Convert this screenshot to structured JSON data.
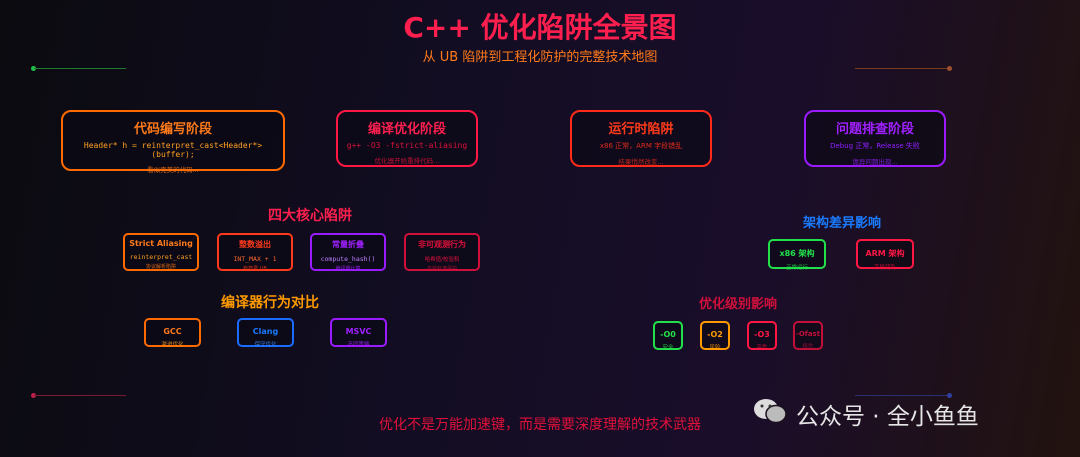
{
  "header": {
    "title": "C++ 优化陷阱全景图",
    "subtitle": "从 UB 陷阱到工程化防护的完整技术地图"
  },
  "stages": [
    {
      "title": "代码编写阶段",
      "code": "Header* h = reinterpret_cast<Header*>(buffer);",
      "note": "看似完美的代码...",
      "color": "#ff6a00"
    },
    {
      "title": "编译优化阶段",
      "code": "g++ -O3 -fstrict-aliasing",
      "note": "优化器开始重排代码...",
      "color": "#ff1744"
    },
    {
      "title": "运行时陷阱",
      "code": "x86 正常，ARM 字段错乱",
      "note": "结果悄然改变...",
      "color": "#ff2a1a"
    },
    {
      "title": "问题排查阶段",
      "code": "Debug 正常，Release 失败",
      "note": "诡异问题出现...",
      "color": "#9b1bff"
    }
  ],
  "traps": {
    "title": "四大核心陷阱",
    "items": [
      {
        "title": "Strict Aliasing",
        "code": "reinterpret_cast",
        "note": "协议解析陷阱",
        "color": "#ff6a00"
      },
      {
        "title": "整数溢出",
        "code": "INT_MAX + 1",
        "note": "有符号 UB",
        "color": "#ff3a1a"
      },
      {
        "title": "常量折叠",
        "code": "compute_hash()",
        "note": "编译期计算",
        "color": "#9b1bff"
      },
      {
        "title": "非可观测行为",
        "code": "哈希值/校验和",
        "note": "不受标准保护",
        "color": "#d0103a"
      }
    ]
  },
  "compilers": {
    "title": "编译器行为对比",
    "items": [
      {
        "title": "GCC",
        "note": "激进优化",
        "color": "#ff6a00"
      },
      {
        "title": "Clang",
        "note": "保守优化",
        "color": "#1a6bff"
      },
      {
        "title": "MSVC",
        "note": "不同策略",
        "color": "#9b1bff"
      }
    ]
  },
  "arch": {
    "title": "架构差异影响",
    "items": [
      {
        "title": "x86 架构",
        "note": "正常运行",
        "color": "#22e04a"
      },
      {
        "title": "ARM 架构",
        "note": "字段错乱",
        "color": "#ff1744"
      }
    ]
  },
  "opt": {
    "title": "优化级别影响",
    "items": [
      {
        "title": "-O0",
        "note": "安全",
        "color": "#22e04a"
      },
      {
        "title": "-O2",
        "note": "风险",
        "color": "#ff9a00"
      },
      {
        "title": "-O3",
        "note": "高危",
        "color": "#ff1744"
      },
      {
        "title": "-Ofast",
        "note": "极危",
        "color": "#c0103a"
      }
    ]
  },
  "footer": {
    "text": "优化不是万能加速键，而是需要深度理解的技术武器",
    "watermark": "公众号 · 全小鱼鱼"
  }
}
